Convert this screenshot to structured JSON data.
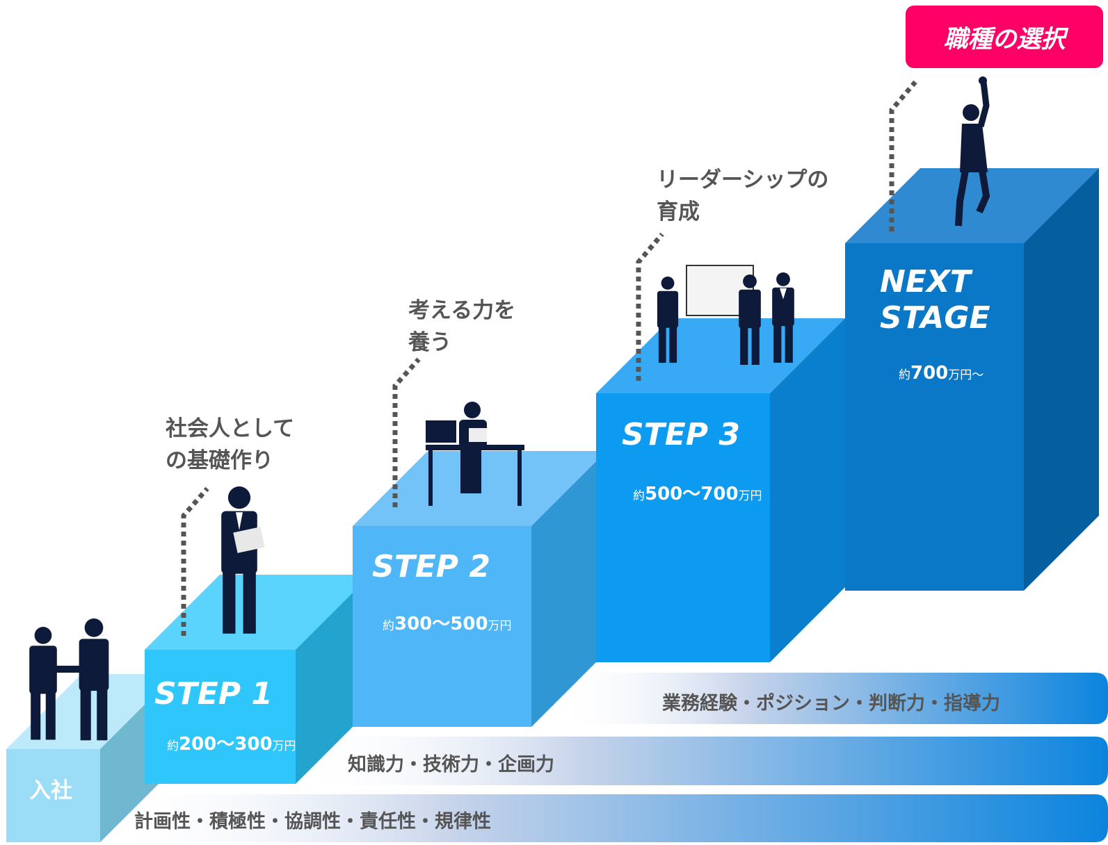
{
  "badge": {
    "label": "職種の選択"
  },
  "entry": {
    "label": "入社"
  },
  "steps": [
    {
      "title": "STEP 1",
      "salary": {
        "prefix": "約",
        "range": "200〜300",
        "unit": "万円"
      },
      "caption": "社会人として\nの基礎作り"
    },
    {
      "title": "STEP 2",
      "salary": {
        "prefix": "約",
        "range": "300〜500",
        "unit": "万円"
      },
      "caption": "考える力を\n養う"
    },
    {
      "title": "STEP 3",
      "salary": {
        "prefix": "約",
        "range": "500〜700",
        "unit": "万円"
      },
      "caption": "リーダーシップの\n育成"
    },
    {
      "title": "NEXT\nSTAGE",
      "salary": {
        "prefix": "約",
        "range": "700",
        "unit": "万円〜"
      }
    }
  ],
  "bands": [
    {
      "label": "計画性・積極性・協調性・責任性・規律性"
    },
    {
      "label": "知識力・技術力・企画力"
    },
    {
      "label": "業務経験・ポジション・判断力・指導力"
    }
  ],
  "colors": {
    "entry": [
      "#bdeafb",
      "#9bdcf6",
      "#6fb8cf"
    ],
    "step1": [
      "#5bd4fd",
      "#2fc7fb",
      "#23a4cf"
    ],
    "step2": [
      "#73c3f9",
      "#4fb6f7",
      "#2f97d3"
    ],
    "step3": [
      "#37a9f5",
      "#0c9bf1",
      "#0a7fcd"
    ],
    "next": [
      "#2f8ad1",
      "#0a78c7",
      "#055f9f"
    ],
    "badge": "#ff0066",
    "band": "#0b84de",
    "silhouette": "#0d1a3a",
    "dots": "#555555"
  }
}
